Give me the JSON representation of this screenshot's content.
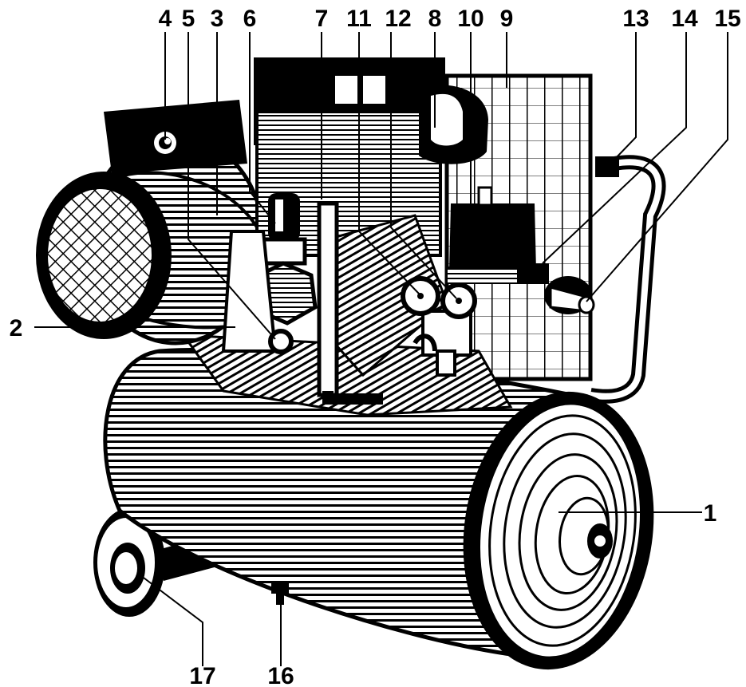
{
  "diagram": {
    "callouts": [
      {
        "id": "c4",
        "label": "4"
      },
      {
        "id": "c5",
        "label": "5"
      },
      {
        "id": "c3",
        "label": "3"
      },
      {
        "id": "c6",
        "label": "6"
      },
      {
        "id": "c7",
        "label": "7"
      },
      {
        "id": "c11",
        "label": "11"
      },
      {
        "id": "c12",
        "label": "12"
      },
      {
        "id": "c8",
        "label": "8"
      },
      {
        "id": "c10",
        "label": "10"
      },
      {
        "id": "c9",
        "label": "9"
      },
      {
        "id": "c13",
        "label": "13"
      },
      {
        "id": "c14",
        "label": "14"
      },
      {
        "id": "c15",
        "label": "15"
      },
      {
        "id": "c2",
        "label": "2"
      },
      {
        "id": "c1",
        "label": "1"
      },
      {
        "id": "c17",
        "label": "17"
      },
      {
        "id": "c16",
        "label": "16"
      }
    ]
  }
}
